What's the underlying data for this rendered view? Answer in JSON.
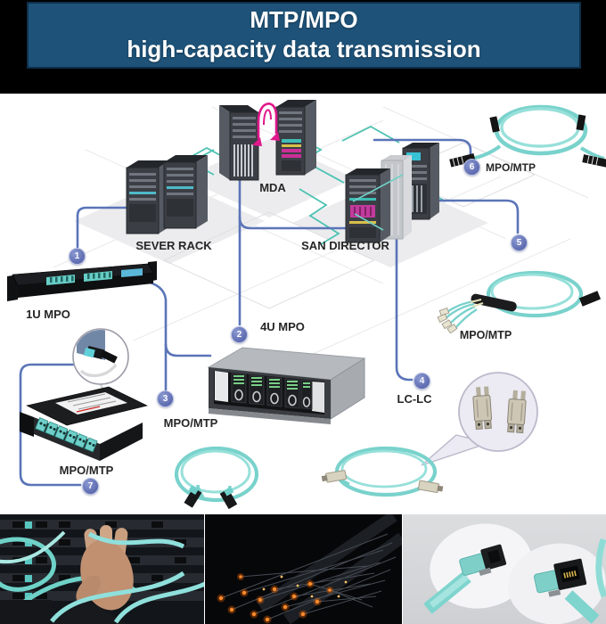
{
  "header": {
    "line1": "MTP/MPO",
    "line2": "high-capacity data transmission"
  },
  "labels": {
    "server_rack": "SEVER RACK",
    "mda": "MDA",
    "san_director": "SAN DIRECTOR",
    "u1_mpo": "1U MPO",
    "u4_mpo": "4U MPO",
    "mpo_mtp_trunk": "MPO/MTP",
    "mpo_mtp_top": "MPO/MTP",
    "mpo_mtp_breakout": "MPO/MTP",
    "mpo_mtp_cassette": "MPO/MTP",
    "lc_lc": "LC-LC"
  },
  "markers": {
    "m1": "1",
    "m2": "2",
    "m3": "3",
    "m4": "4",
    "m5": "5",
    "m6": "6",
    "m7": "7"
  },
  "colors": {
    "header_bg": "#1e5278",
    "connection_line": "#5a74b8",
    "marker_fill": "#6472b6",
    "aqua_cable": "#7ad0ca",
    "teal_floor_path": "#4cc2b2",
    "pink_cable": "#e0188c"
  }
}
